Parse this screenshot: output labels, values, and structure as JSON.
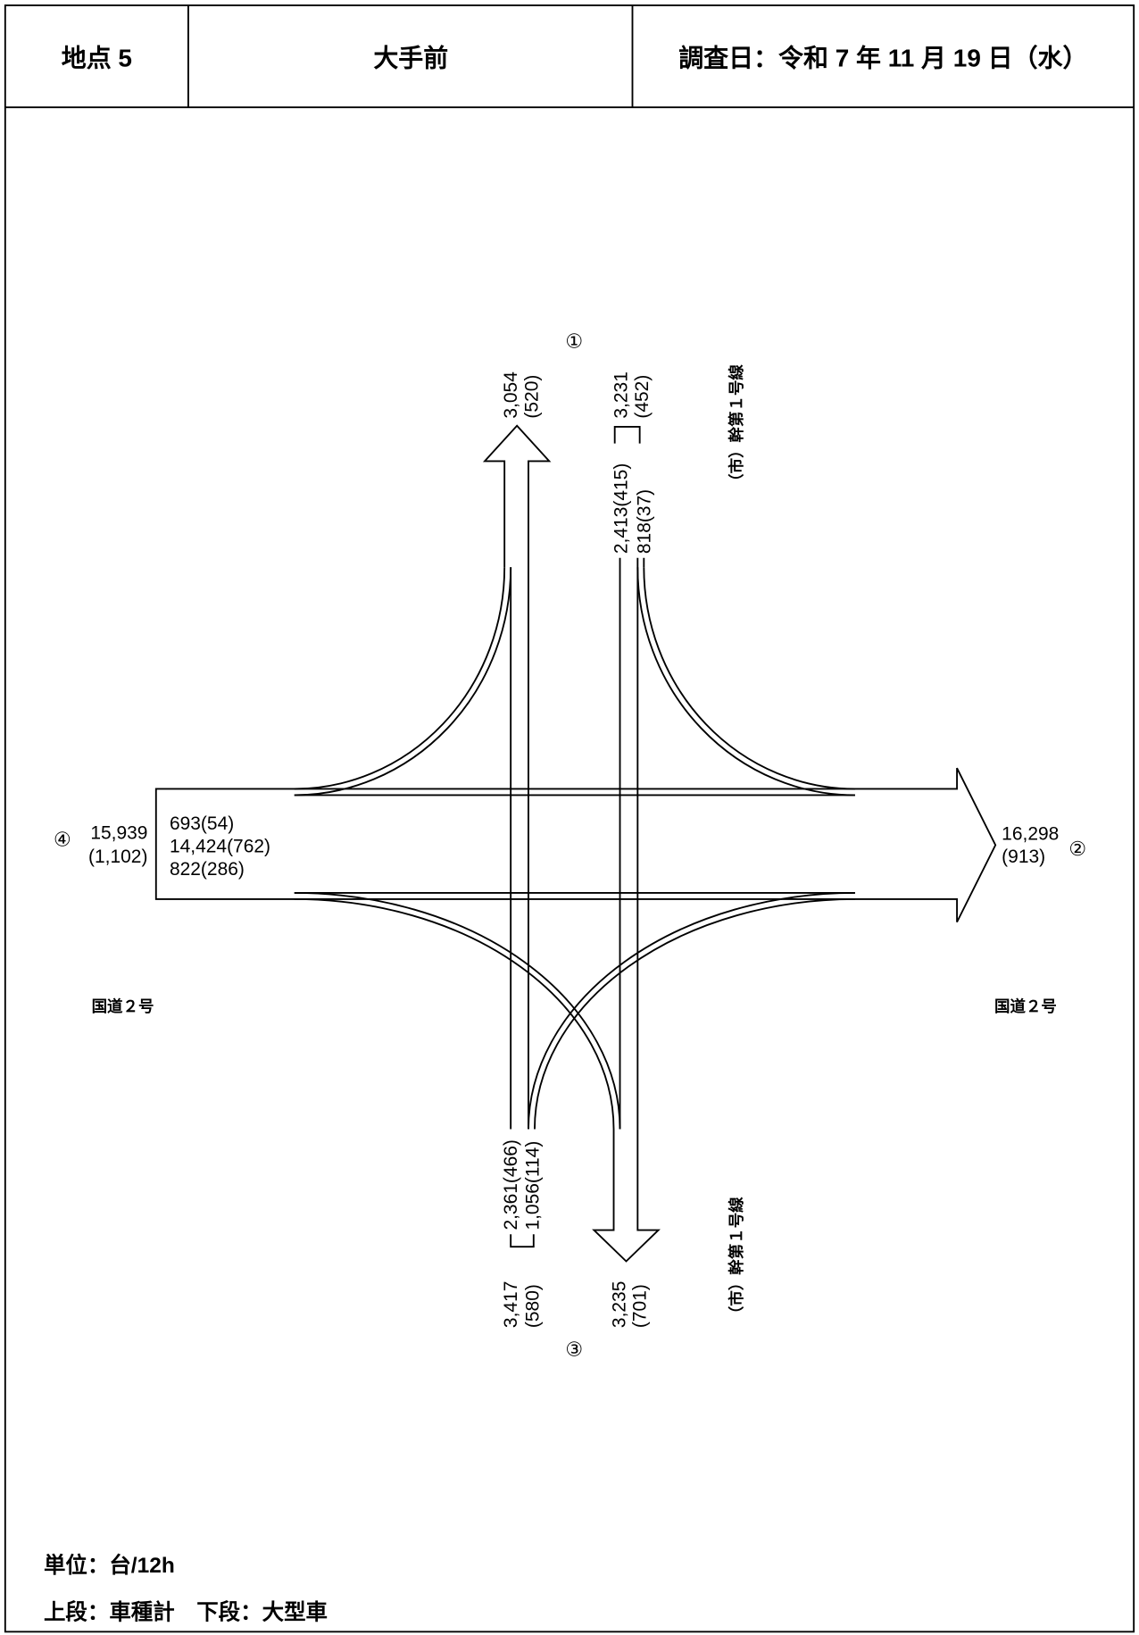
{
  "header": {
    "site": "地点 5",
    "location": "大手前",
    "survey_date": "調査日：令和 7 年 11 月 19 日（水）"
  },
  "approaches": {
    "north": {
      "marker": "①",
      "road": "（市）幹第１号線",
      "outbound_total": "3,054",
      "outbound_large": "(520)",
      "inbound_total": "3,231",
      "inbound_large": "(452)",
      "through": "2,413(415)",
      "left_turn": "818(37)"
    },
    "east": {
      "marker": "②",
      "road": "国道２号",
      "outbound_total": "16,298",
      "outbound_large": "(913)"
    },
    "south": {
      "marker": "③",
      "road": "（市）幹第１号線",
      "outbound_total": "3,235",
      "outbound_large": "(701)",
      "inbound_total": "3,417",
      "inbound_large": "(580)",
      "through": "2,361(466)",
      "right_turn": "1,056(114)"
    },
    "west": {
      "marker": "④",
      "road": "国道２号",
      "inbound_total": "15,939",
      "inbound_large": "(1,102)",
      "left_turn": "693(54)",
      "through": "14,424(762)",
      "right_turn": "822(286)"
    }
  },
  "footer": {
    "unit": "単位：台/12h",
    "legend": "上段：車種計　下段：大型車"
  }
}
